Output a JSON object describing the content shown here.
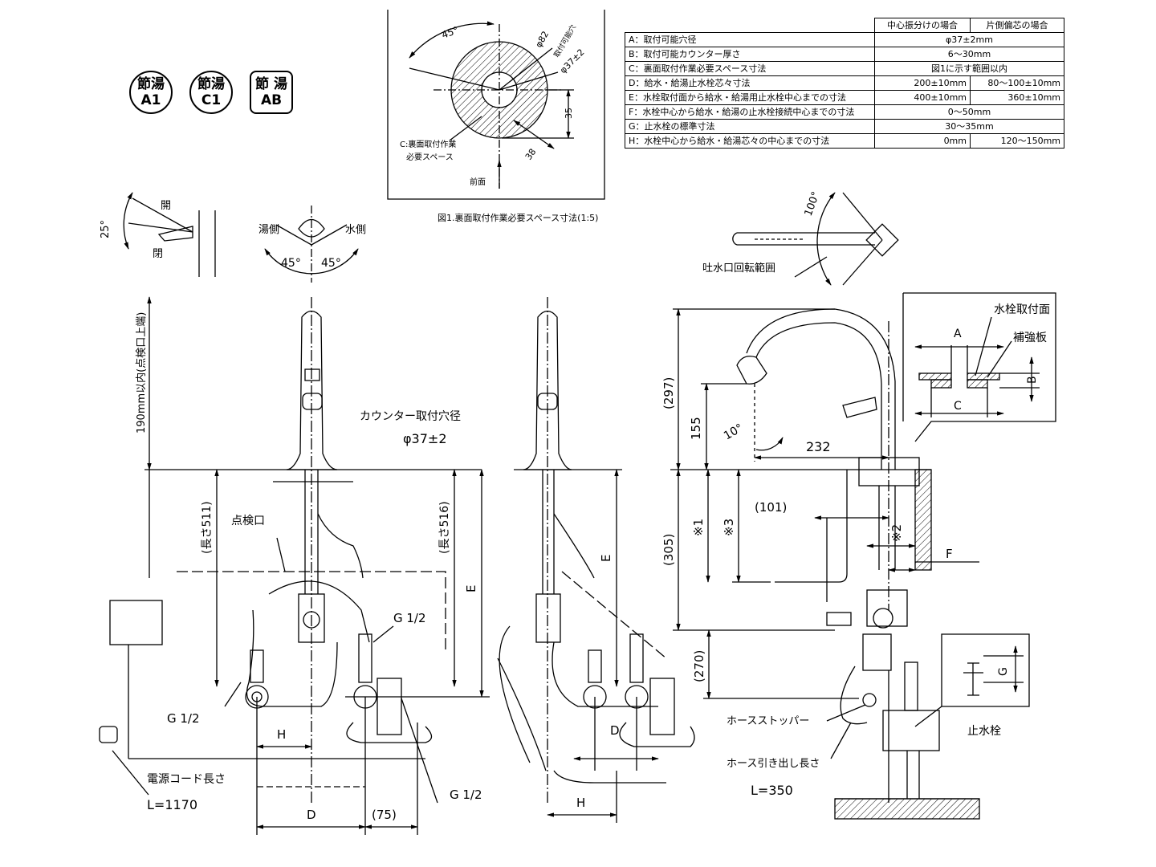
{
  "badges": [
    {
      "top": "節湯",
      "bottom": "A1"
    },
    {
      "top": "節湯",
      "bottom": "C1"
    },
    {
      "top": "節 湯",
      "bottom": "AB"
    }
  ],
  "table": {
    "header": [
      "中心振分けの場合",
      "片側偏芯の場合"
    ],
    "rows": [
      {
        "label": "A：取付可能穴径",
        "center": "φ37±2mm",
        "offset": "",
        "merged": true
      },
      {
        "label": "B：取付可能カウンター厚さ",
        "center": "6～30mm",
        "offset": "",
        "merged": true
      },
      {
        "label": "C：裏面取付作業必要スペース寸法",
        "center": "図1に示す範囲以内",
        "offset": "",
        "merged": true
      },
      {
        "label": "D：給水・給湯止水栓芯々寸法",
        "center": "200±10mm",
        "offset": "80～100±10mm",
        "merged": false
      },
      {
        "label": "E：水栓取付面から給水・給湯用止水栓中心までの寸法",
        "center": "400±10mm",
        "offset": "360±10mm",
        "merged": false
      },
      {
        "label": "F：水栓中心から給水・給湯の止水栓接続中心までの寸法",
        "center": "0～50mm",
        "offset": "",
        "merged": true
      },
      {
        "label": "G：止水栓の標準寸法",
        "center": "30～35mm",
        "offset": "",
        "merged": true
      },
      {
        "label": "H：水栓中心から給水・給湯芯々の中心までの寸法",
        "center": "0mm",
        "offset": "120～150mm",
        "merged": false
      }
    ]
  },
  "fig1": {
    "angle": "45°",
    "dia82": "φ82",
    "hole_label": "取付可能穴",
    "hole_dia": "φ37±2",
    "dim35": "35",
    "dim38": "38",
    "c_label_1": "C:裏面取付作業",
    "c_label_2": "必要スペース",
    "front": "前面",
    "caption": "図1.裏面取付作業必要スペース寸法(1:5)"
  },
  "lever": {
    "angle": "25°",
    "open": "開",
    "close": "閉",
    "hot": "湯側",
    "cold": "水側",
    "a45l": "45°",
    "a45r": "45°"
  },
  "spout": {
    "angle": "100°",
    "label": "吐水口回転範囲"
  },
  "front_view": {
    "limit": "190mm以内(点検口上端)",
    "hole_label": "カウンター取付穴径",
    "hole_dia": "φ37±2",
    "len511": "(長さ511)",
    "len516": "(長さ516)",
    "inspection": "点検口",
    "g12a": "G 1/2",
    "g12b": "G 1/2",
    "g12c": "G 1/2",
    "e": "E",
    "h": "H",
    "d": "D",
    "d75": "(75)",
    "cord": "電源コード長さ",
    "cord_len": "L=1170"
  },
  "side_view": {
    "e": "E",
    "d": "D",
    "h": "H"
  },
  "right_view": {
    "d297": "(297)",
    "d155": "155",
    "d10": "10°",
    "d232": "232",
    "d305": "(305)",
    "s1": "※1",
    "s3": "※3",
    "d101": "(101)",
    "s2": "※2",
    "f": "F",
    "d270": "(270)",
    "hose_stopper": "ホースストッパー",
    "hose_len": "ホース引き出し長さ",
    "hose_l": "L=350",
    "stop_valve": "止水栓",
    "g": "G"
  },
  "detail": {
    "mount": "水栓取付面",
    "plate": "補強板",
    "a": "A",
    "b": "B",
    "c": "C"
  }
}
